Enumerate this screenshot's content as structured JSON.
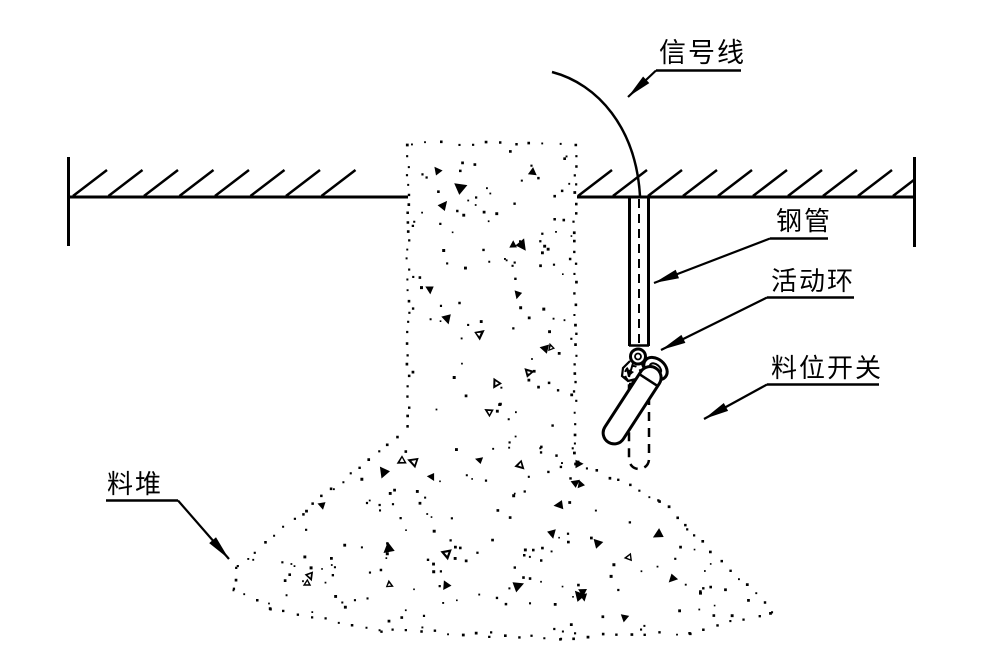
{
  "diagram": {
    "labels": {
      "signal_line": "信号线",
      "steel_pipe": "钢管",
      "movable_ring": "活动环",
      "level_switch": "料位开关",
      "material_pile": "料堆"
    }
  },
  "colors": {
    "ink": "#000000",
    "background": "#ffffff"
  }
}
